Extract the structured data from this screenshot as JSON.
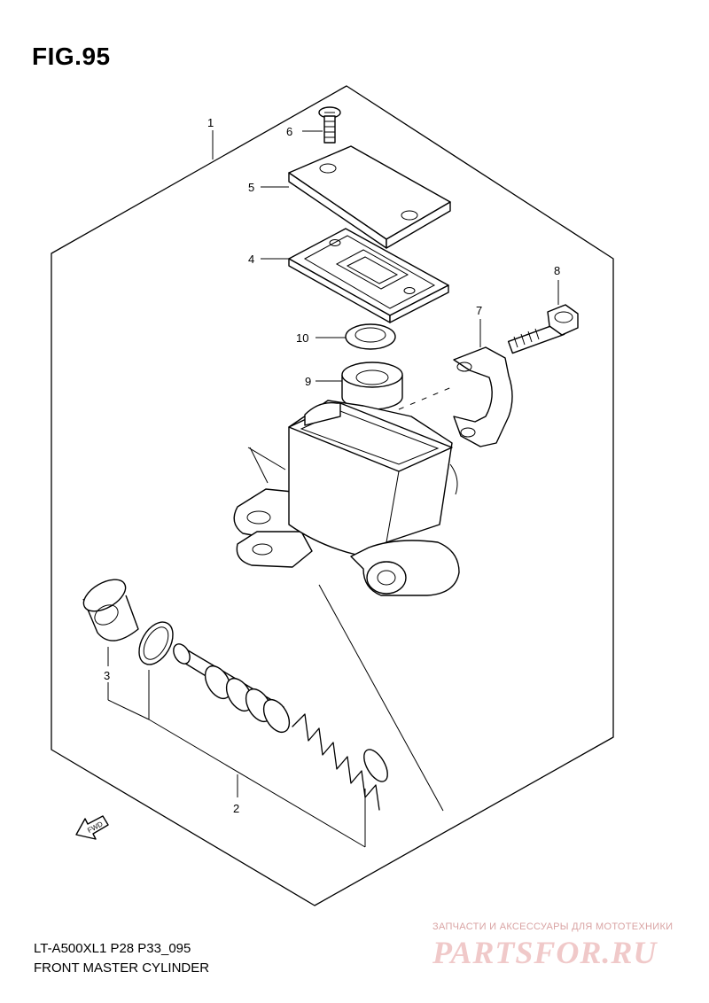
{
  "figure": {
    "title": "FIG.95"
  },
  "footer": {
    "code": "LT-A500XL1 P28 P33_095",
    "caption": "FRONT MASTER CYLINDER"
  },
  "callouts": {
    "c1": "1",
    "c2": "2",
    "c3": "3",
    "c4": "4",
    "c5": "5",
    "c6": "6",
    "c7": "7",
    "c8": "8",
    "c9": "9",
    "c10": "10"
  },
  "arrow": {
    "label": "FWD"
  },
  "watermark": {
    "tagline": "ЗАПЧАСТИ И АКСЕССУАРЫ ДЛЯ МОТОТЕХНИКИ",
    "logo": "PARTSFOR.RU"
  }
}
